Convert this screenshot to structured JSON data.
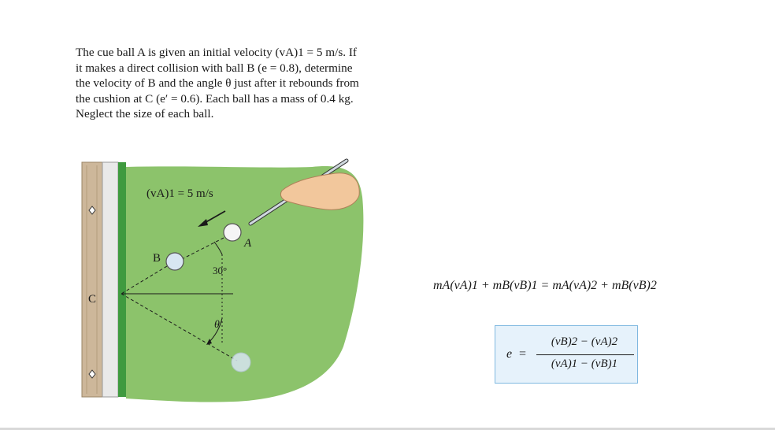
{
  "problem": {
    "lines": [
      "The cue ball A is given an initial velocity (vA)1 = 5 m/s. If",
      "it makes a direct collision with ball B (e = 0.8), determine",
      "the velocity of B and the angle θ just after it rebounds from",
      "the cushion at C (e′ = 0.6). Each ball has a mass of 0.4 kg.",
      "Neglect the size of each ball."
    ]
  },
  "figure": {
    "velocity_label": "(vA)1 = 5 m/s",
    "label_A": "A",
    "label_B": "B",
    "label_C": "C",
    "angle_label": "30°",
    "theta_label": "θ"
  },
  "equations": {
    "momentum": "mA(vA)1 + mB(vB)1 = mA(vA)2 + mB(vB)2",
    "restitution_lhs": "e",
    "restitution_eq": "=",
    "restitution_num": "(vB)2 − (vA)2",
    "restitution_den": "(vA)1 − (vB)1"
  },
  "colors": {
    "table_green": "#8cc36b",
    "cushion_green": "#3f9a3f",
    "eq_box_fill": "#e6f2fb",
    "eq_box_border": "#7fb8e0"
  }
}
